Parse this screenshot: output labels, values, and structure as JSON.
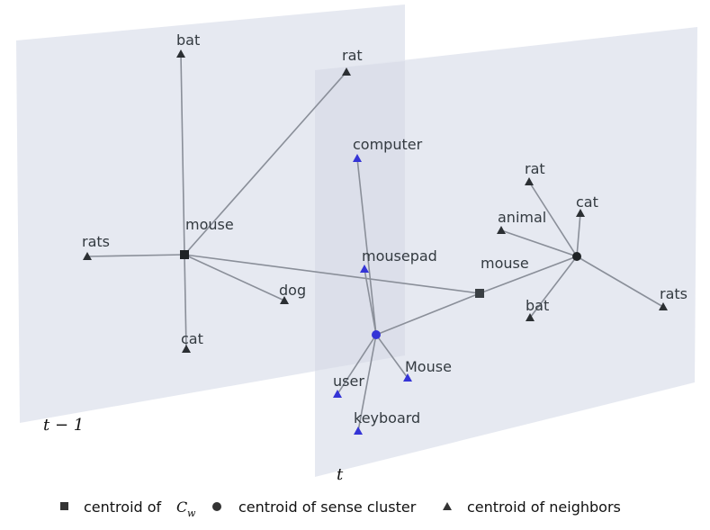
{
  "colors": {
    "dark_node": "#2b2f33",
    "blue_node": "#3434d6",
    "edge": "#8a8f99",
    "plane": "#e2e5ee"
  },
  "planes": {
    "previous_label": "t − 1",
    "current_label": "t"
  },
  "previous_plane": {
    "centroid": {
      "label": "mouse",
      "shape": "square"
    },
    "neighbors": [
      "bat",
      "rat",
      "rats",
      "dog",
      "cat"
    ]
  },
  "current_plane": {
    "centroid": {
      "label": "mouse",
      "shape": "square"
    },
    "clusters": [
      {
        "shape": "circle",
        "color": "blue",
        "neighbors": [
          "computer",
          "mousepad",
          "Mouse",
          "user",
          "keyboard"
        ]
      },
      {
        "shape": "circle",
        "color": "dark",
        "neighbors": [
          "rat",
          "cat",
          "animal",
          "bat",
          "rats"
        ]
      }
    ]
  },
  "legend": {
    "square_text": "centroid of",
    "square_symbol": "C",
    "square_sub": "w",
    "circle_text": "centroid of sense cluster",
    "triangle_text": "centroid of neighbors"
  }
}
